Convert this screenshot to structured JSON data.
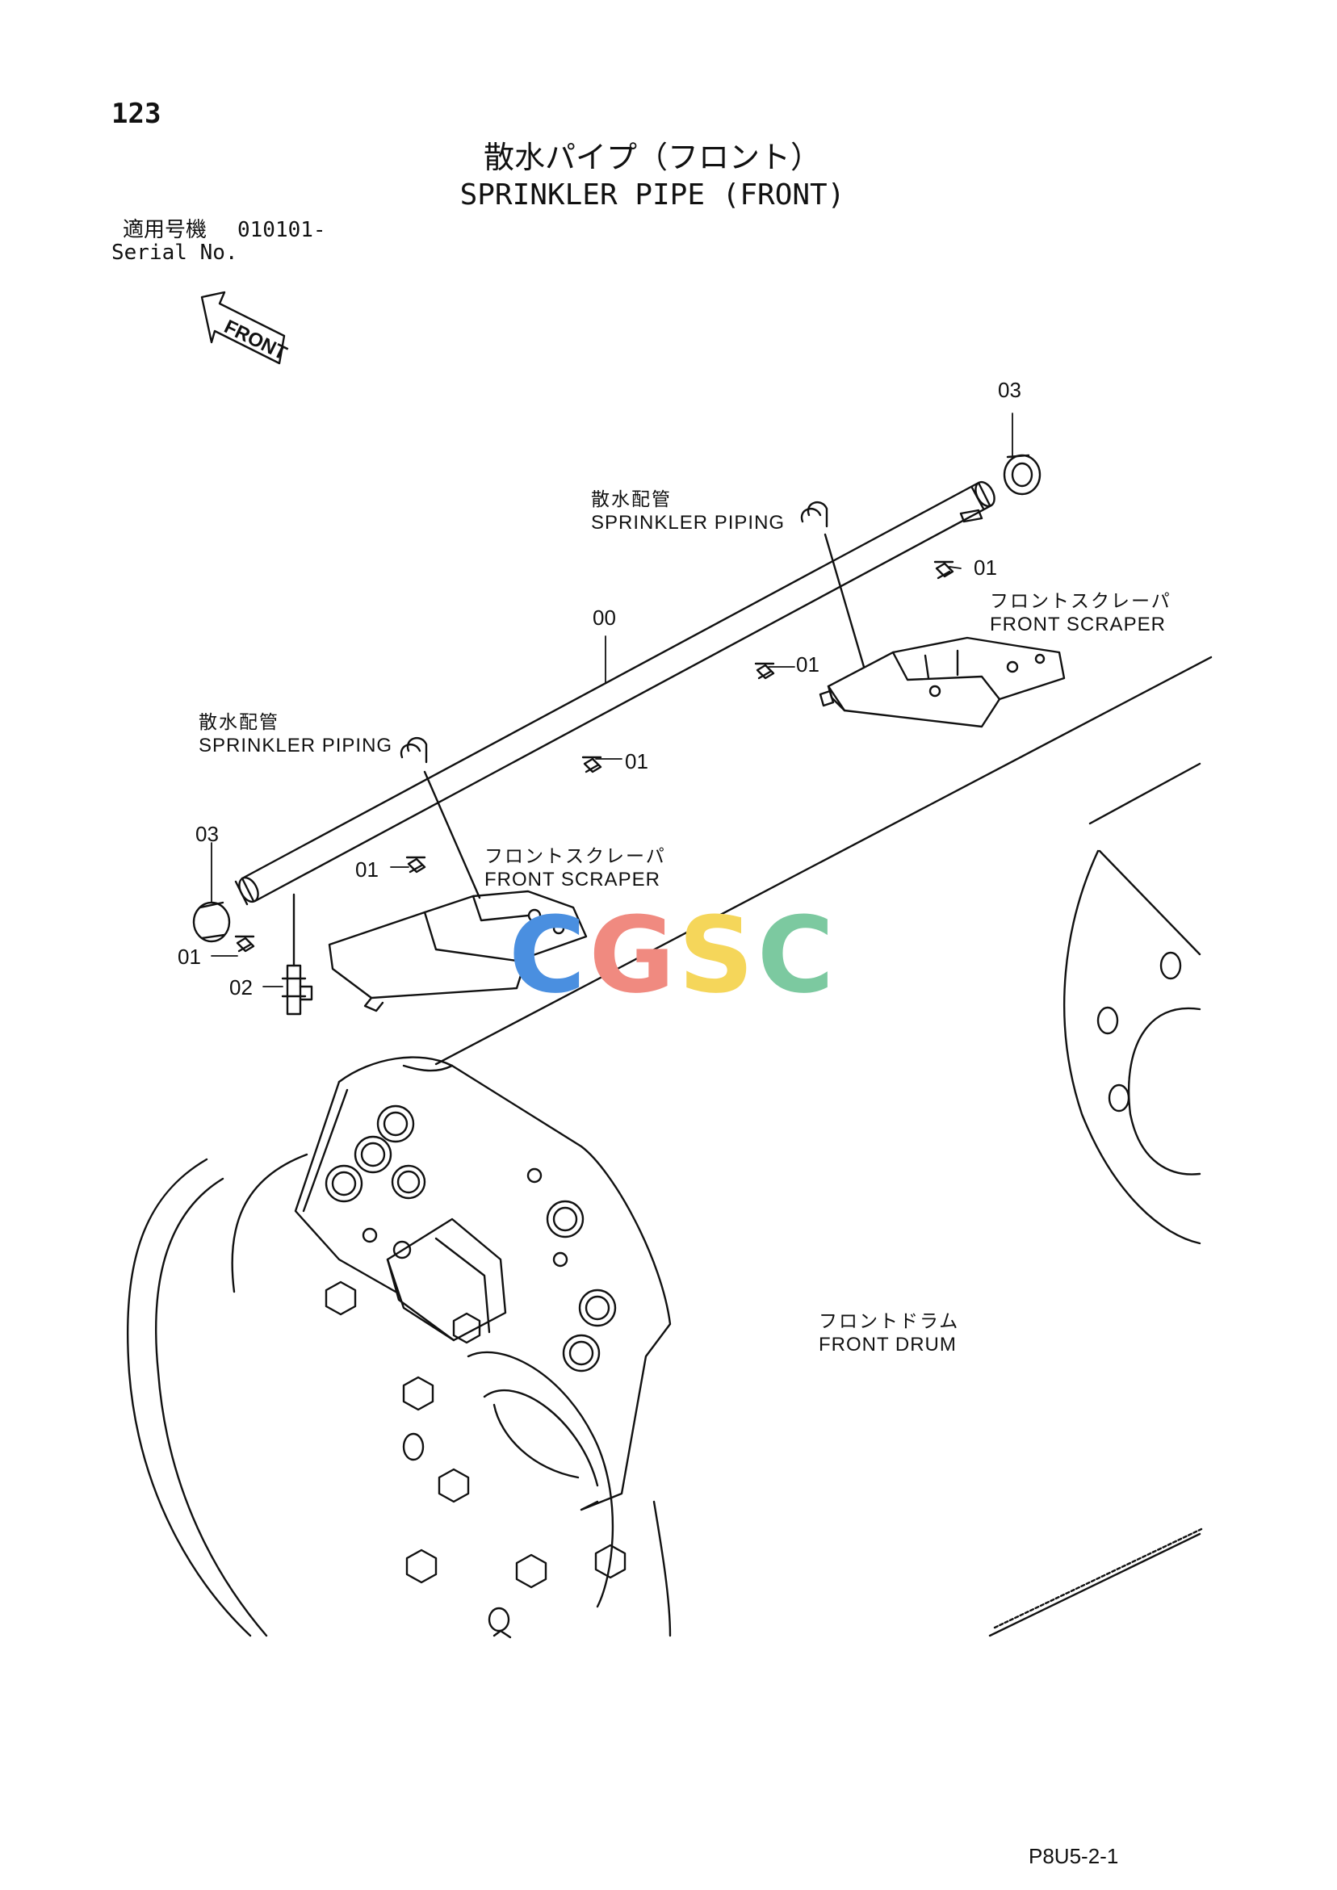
{
  "header": {
    "page_number": "123",
    "title_jp": "散水パイプ（フロント）",
    "title_en": "SPRINKLER PIPE (FRONT)",
    "serial_label_jp": "適用号機",
    "serial_value": "010101-",
    "serial_label_en": "Serial No."
  },
  "front_arrow_label": "FRONT",
  "labels": {
    "sprinkler_piping_jp": "散水配管",
    "sprinkler_piping_en": "SPRINKLER PIPING",
    "front_scraper_jp": "フロントスクレーパ",
    "front_scraper_en": "FRONT SCRAPER",
    "front_drum_jp": "フロントドラム",
    "front_drum_en": "FRONT DRUM"
  },
  "callouts": {
    "c00": "00",
    "c01": "01",
    "c02": "02",
    "c03": "03"
  },
  "watermark": {
    "letters": [
      "C",
      "G",
      "S",
      "C"
    ],
    "colors": [
      "#4a8fe0",
      "#f08a80",
      "#f5d65a",
      "#7cc9a0"
    ]
  },
  "footer": {
    "page_code": "P8U5-2-1"
  }
}
